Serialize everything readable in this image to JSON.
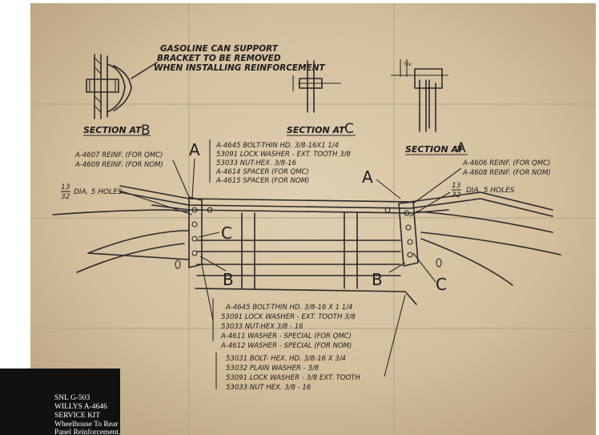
{
  "section_b": {
    "note_lines": [
      "GASOLINE CAN SUPPORT",
      "BRACKET TO BE REMOVED",
      "WHEN INSTALLING REINFORCEMENT"
    ],
    "label": "SECTION AT",
    "letter": "B"
  },
  "section_c": {
    "label": "SECTION AT",
    "letter": "C"
  },
  "section_a": {
    "label": "SECTION AT",
    "letter": "A",
    "dim": "⁵⁄₁₆"
  },
  "callouts": {
    "a": "A",
    "b": "B",
    "c": "C"
  },
  "left_reinf": [
    "A-4607 REINF. (FOR QMC)",
    "A-4609 REINF. (FOR NOM)"
  ],
  "right_reinf": [
    "A-4606 REINF. (FOR QMC)",
    "A-4608  REINF. (FOR NOM)"
  ],
  "holes_left": {
    "num": "13",
    "den": "32",
    "text": "DIA. 5 HOLES"
  },
  "holes_right": {
    "num": "13",
    "den": "32",
    "text": "DIA. 5 HOLES"
  },
  "parts_top": [
    "A-4645 BOLT-THIN HD. 3/8-16X1 1/4",
    "53091 LOCK WASHER - EXT. TOOTH 3/8",
    "53033 NUT-HEX. 3/8-16",
    "A-4614 SPACER (FOR QMC)",
    "A-4615 SPACER (FOR NOM)"
  ],
  "parts_mid": [
    "A-4645 BOLT-THIN HD. 3/8-16 X 1 1/4",
    "53091 LOCK WASHER - EXT. TOOTH 3/8",
    "53033 NUT-HEX 3/8 - 16",
    "A-4611 WASHER - SPECIAL (FOR QMC)",
    "A-4612 WASHER - SPECIAL (FOR NOM)"
  ],
  "parts_bottom": [
    "53031 BOLT- HEX. HD. 3/8-16 X 3/4",
    "53032 PLAIN WASHER - 3/8",
    "53091 LOCK  WASHER  - 3/8 EXT. TOOTH",
    "53033 NUT HEX. 3/8 - 16"
  ],
  "caption": [
    "SNL G-503",
    "WILLYS A-4646",
    "SERVICE KIT",
    "Wheelhouse To Rear",
    "Panel Reinforcement."
  ],
  "colors": {
    "paper": "#d9c6a6",
    "ink": "#2a2a2a",
    "caption_bg": "#111111"
  }
}
